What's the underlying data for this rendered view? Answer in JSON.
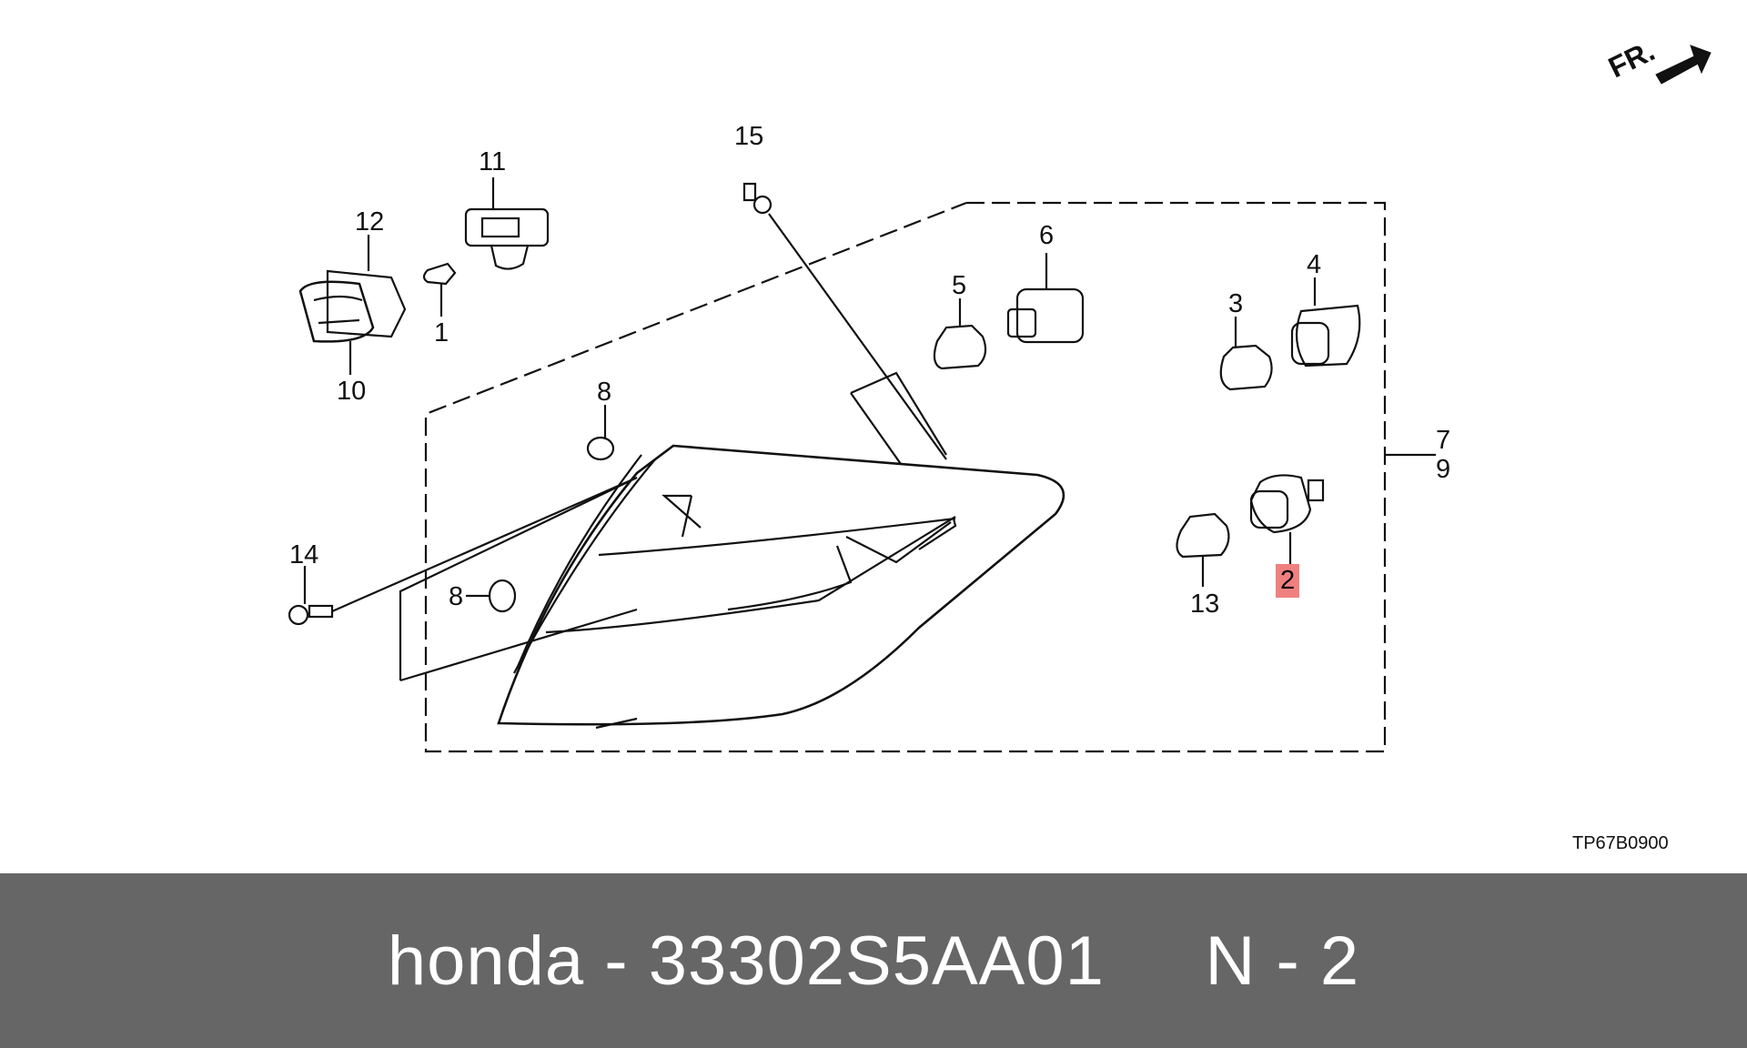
{
  "diagram": {
    "direction_label": "FR.",
    "code": "TP67B0900",
    "highlight_color": "#f08080",
    "callouts": [
      {
        "id": "15",
        "label": "15"
      },
      {
        "id": "11",
        "label": "11"
      },
      {
        "id": "12",
        "label": "12"
      },
      {
        "id": "1",
        "label": "1"
      },
      {
        "id": "10",
        "label": "10"
      },
      {
        "id": "6",
        "label": "6"
      },
      {
        "id": "5",
        "label": "5"
      },
      {
        "id": "4",
        "label": "4"
      },
      {
        "id": "3",
        "label": "3"
      },
      {
        "id": "8a",
        "label": "8"
      },
      {
        "id": "8b",
        "label": "8"
      },
      {
        "id": "7",
        "label": "7"
      },
      {
        "id": "9",
        "label": "9"
      },
      {
        "id": "14",
        "label": "14"
      },
      {
        "id": "13",
        "label": "13"
      },
      {
        "id": "2",
        "label": "2"
      }
    ]
  },
  "caption": {
    "text": "honda - 33302S5AA01     N - 2",
    "bar_color": "#666666"
  }
}
